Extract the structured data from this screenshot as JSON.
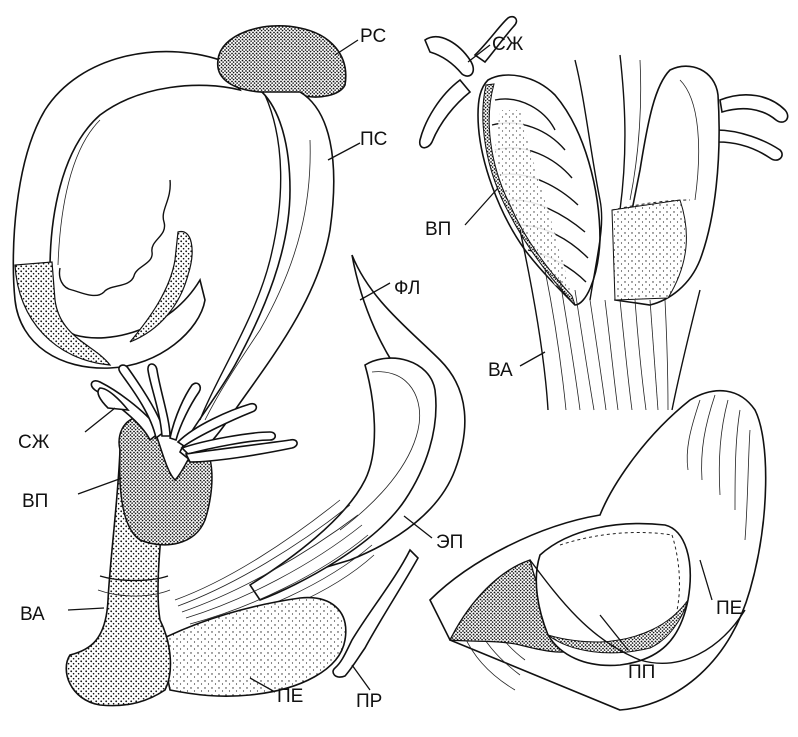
{
  "figure": {
    "labels": {
      "rs": "РС",
      "ps": "ПС",
      "szh_left": "СЖ",
      "vp_left": "ВП",
      "va_left": "ВА",
      "fl": "ФЛ",
      "ep": "ЭП",
      "pe_left": "ПЕ",
      "pr": "ПР",
      "szh_top": "СЖ",
      "vp_top": "ВП",
      "va_top": "ВА",
      "pe_right": "ПЕ",
      "pp": "ПП"
    }
  }
}
